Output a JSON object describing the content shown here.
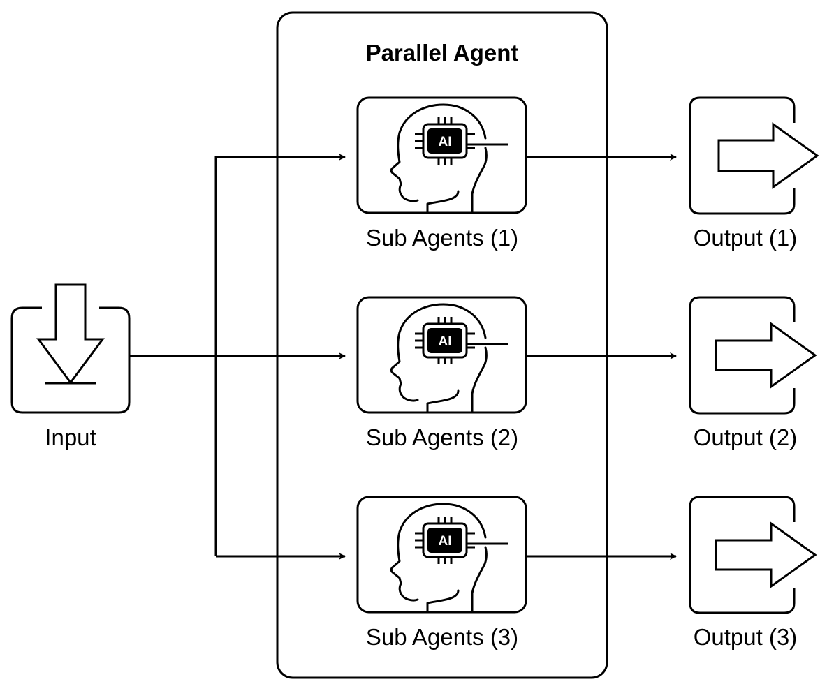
{
  "diagram": {
    "title": "Parallel Agent",
    "input": {
      "label": "Input",
      "icon": "download-arrow-icon"
    },
    "sub_agents": [
      {
        "label": "Sub Agents (1)",
        "icon": "ai-head-icon",
        "chip_text": "AI"
      },
      {
        "label": "Sub Agents (2)",
        "icon": "ai-head-icon",
        "chip_text": "AI"
      },
      {
        "label": "Sub Agents (3)",
        "icon": "ai-head-icon",
        "chip_text": "AI"
      }
    ],
    "outputs": [
      {
        "label": "Output (1)",
        "icon": "exit-arrow-icon"
      },
      {
        "label": "Output (2)",
        "icon": "exit-arrow-icon"
      },
      {
        "label": "Output (3)",
        "icon": "exit-arrow-icon"
      }
    ],
    "colors": {
      "stroke": "#000000",
      "background": "#ffffff"
    }
  }
}
